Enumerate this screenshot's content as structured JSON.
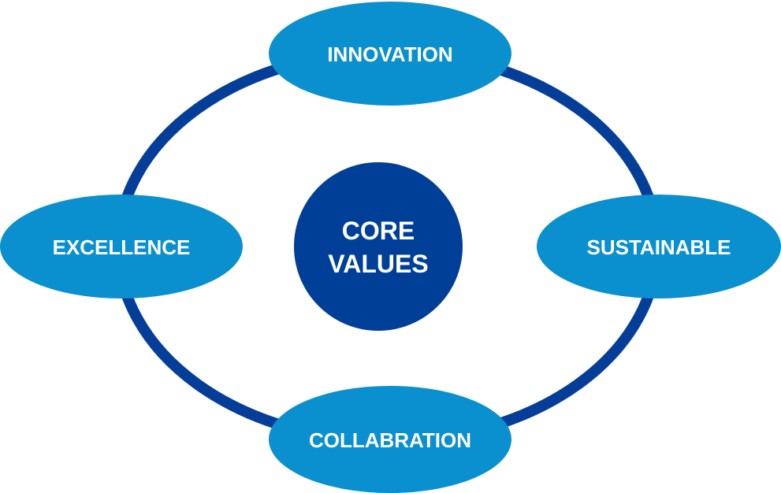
{
  "center": {
    "line1": "CORE",
    "line2": "VALUES"
  },
  "values": {
    "top": "INNOVATION",
    "right": "SUSTAINABLE",
    "bottom": "COLLABRATION",
    "left": "EXCELLENCE"
  },
  "colors": {
    "ring": "#053e98",
    "node": "#0a8fcf",
    "center": "#003f98",
    "text": "#ffffff"
  }
}
